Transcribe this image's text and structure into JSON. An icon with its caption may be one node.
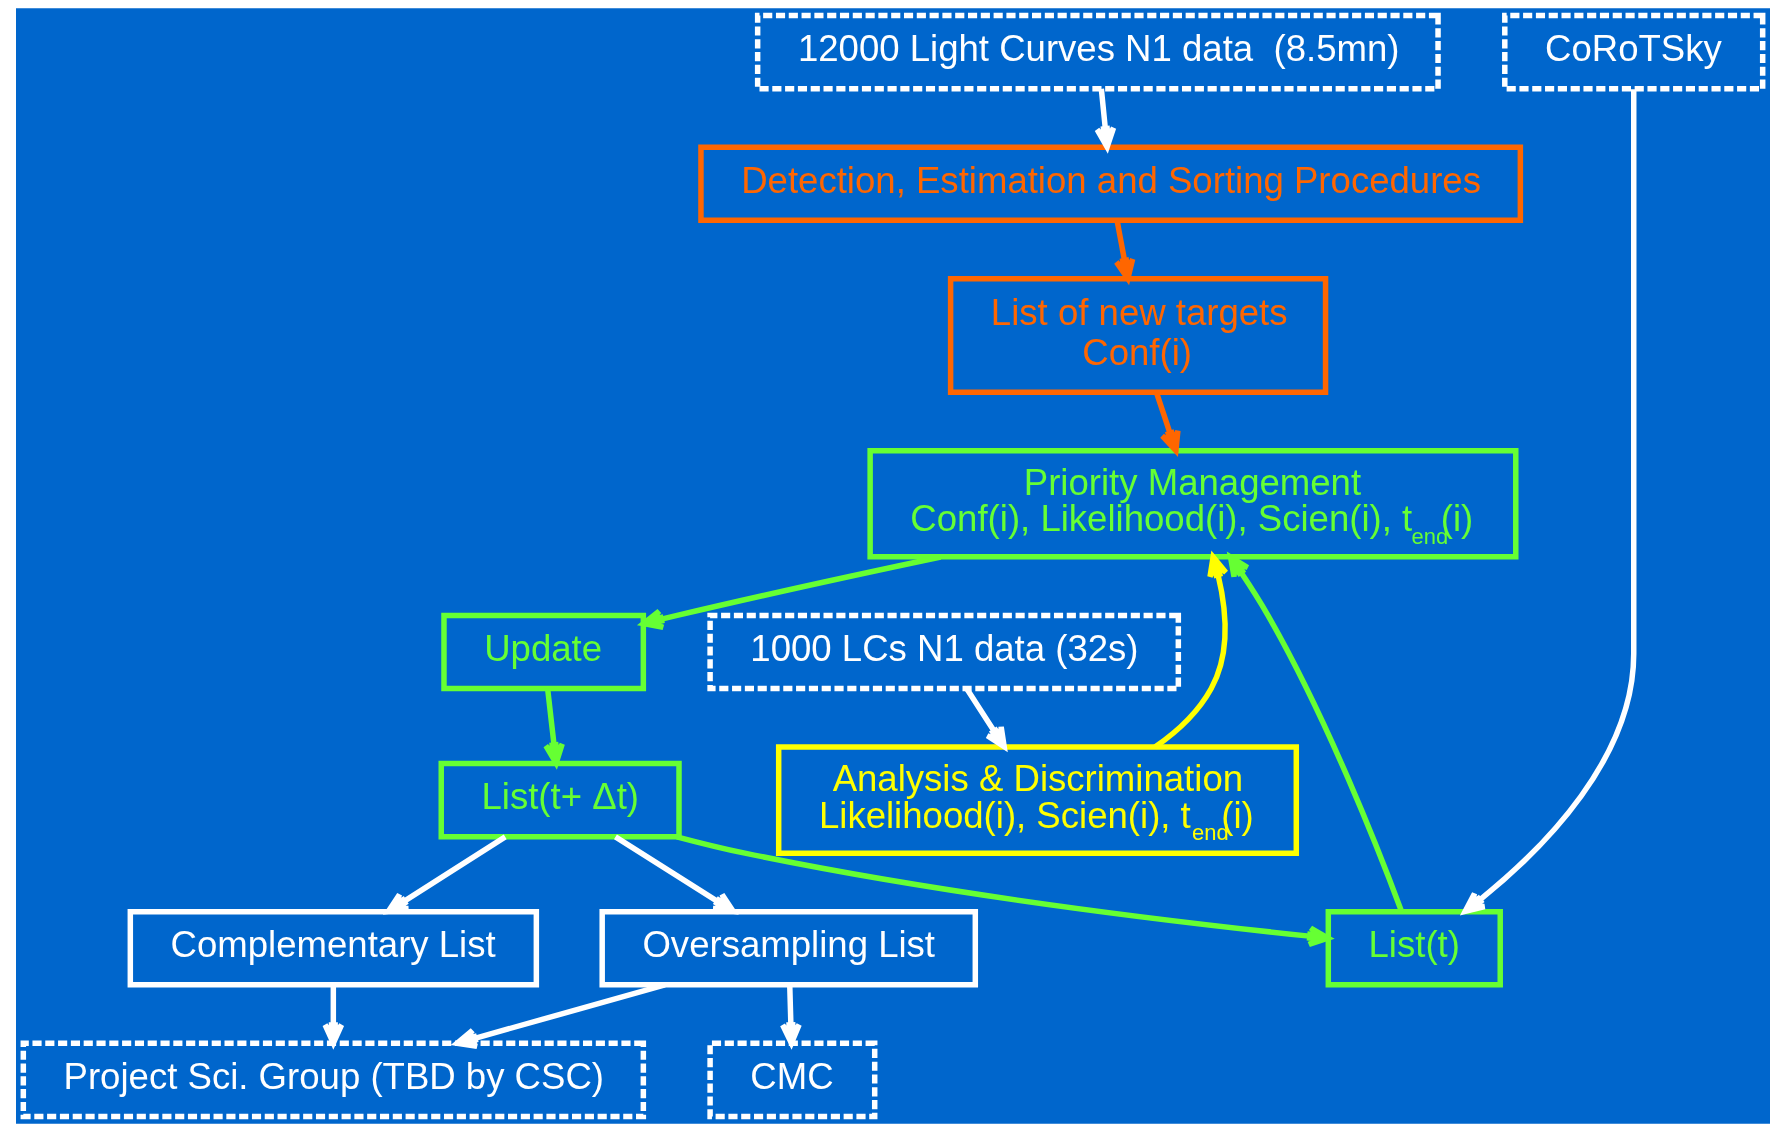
{
  "diagram": {
    "nodes": [
      {
        "text": [
          "12000 Light Curves N1 data  (8.5mn)"
        ]
      },
      {
        "text": [
          "Detection, Estimation and Sorting Procedures"
        ]
      },
      {
        "text": [
          "List of new targets",
          "Conf(i)"
        ]
      },
      {
        "text": [
          "Analysis & Discrimination",
          "Likelihood(i), Scien(i), t$_{end}$(i)"
        ]
      },
      {
        "text": [
          "1000 LCs N1 data (32s)"
        ]
      },
      {
        "text": [
          "CoRoTSky"
        ]
      },
      {
        "text": [
          "List(t)"
        ]
      },
      {
        "text": [
          "Priority Management",
          "Conf(i), Likelihood(i), Scien(i), t$_{end}$(i)"
        ]
      },
      {
        "text": [
          "Update"
        ]
      },
      {
        "text": [
          "List(t+ Δt)"
        ]
      },
      {
        "text": [
          "Complementary List"
        ]
      },
      {
        "text": [
          "Oversampling List"
        ]
      },
      {
        "text": [
          "Project Sci. Group (TBD by CSC)"
        ]
      },
      {
        "text": [
          "CMC"
        ]
      }
    ],
    "edges": [
      {
        "from": 0,
        "to": 1,
        "arrow": "to"
      },
      {
        "from": 1,
        "to": 2,
        "arrow": "to",
        "color": "#ff6600"
      },
      {
        "from": 2,
        "to": 7,
        "arrow": "to",
        "color": "#ff6600"
      },
      {
        "from": 3,
        "to": 7,
        "arrow": "to",
        "color": "#ffff00"
      },
      {
        "from": 4,
        "to": 3,
        "arrow": "to"
      },
      {
        "from": 5,
        "to": 6,
        "arrow": "to"
      },
      {
        "from": 6,
        "to": 7,
        "arrow": "to",
        "color": "#66ff33"
      },
      {
        "from": 7,
        "to": 8,
        "arrow": "to",
        "color": "#66ff33"
      },
      {
        "from": 8,
        "to": 9,
        "arrow": "to",
        "color": "#66ff33"
      },
      {
        "from": 9,
        "to": 6,
        "arrow": "to",
        "color": "#66ff33"
      },
      {
        "from": 9,
        "to": 10,
        "arrow": "to"
      },
      {
        "from": 9,
        "to": 11,
        "arrow": "to"
      },
      {
        "from": 10,
        "to": 12,
        "arrow": "to"
      },
      {
        "from": 11,
        "to": 12,
        "arrow": "to"
      },
      {
        "from": 11,
        "to": 13,
        "arrow": "to"
      }
    ]
  }
}
